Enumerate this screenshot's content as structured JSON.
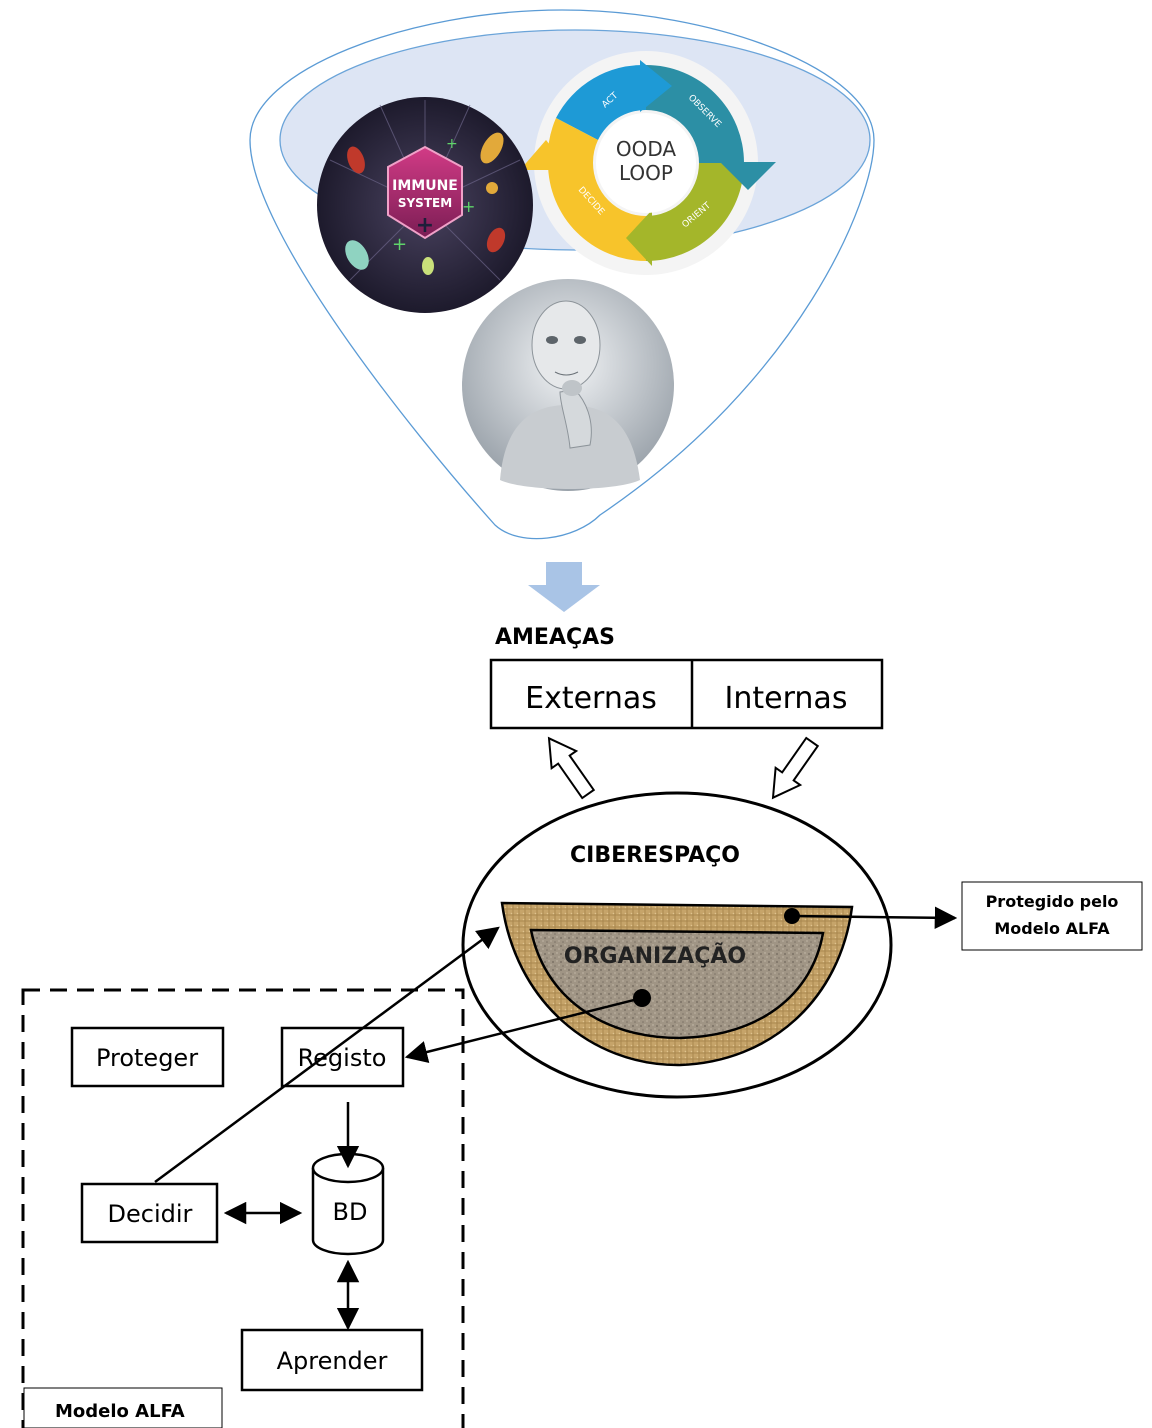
{
  "funnel": {
    "ooda": {
      "center_line1": "OODA",
      "center_line2": "LOOP",
      "act": "ACT",
      "observe": "OBSERVE",
      "orient": "ORIENT",
      "decide": "DECIDE"
    },
    "immune": {
      "line1": "IMMUNE",
      "line2": "SYSTEM"
    }
  },
  "threats": {
    "title": "AMEAÇAS",
    "external": "Externas",
    "internal": "Internas"
  },
  "cyberspace": {
    "title": "CIBERESPAÇO",
    "organization": "ORGANIZAÇÃO"
  },
  "protected_note": {
    "line1": "Protegido pelo",
    "line2": "Modelo ALFA"
  },
  "alfa": {
    "title": "Modelo ALFA",
    "protect": "Proteger",
    "register": "Registo",
    "database": "BD",
    "decide": "Decidir",
    "learn": "Aprender"
  },
  "colors": {
    "funnel_stroke": "#5b9bd5",
    "funnel_top": "#dae3f3",
    "down_arrow": "#a9c4e6",
    "ooda_blue": "#1e9ad6",
    "ooda_teal": "#2c8fa5",
    "ooda_green": "#a4b62a",
    "ooda_yellow": "#f7c42b",
    "org_outer": "#c9a66b",
    "org_inner": "#9d9181"
  }
}
